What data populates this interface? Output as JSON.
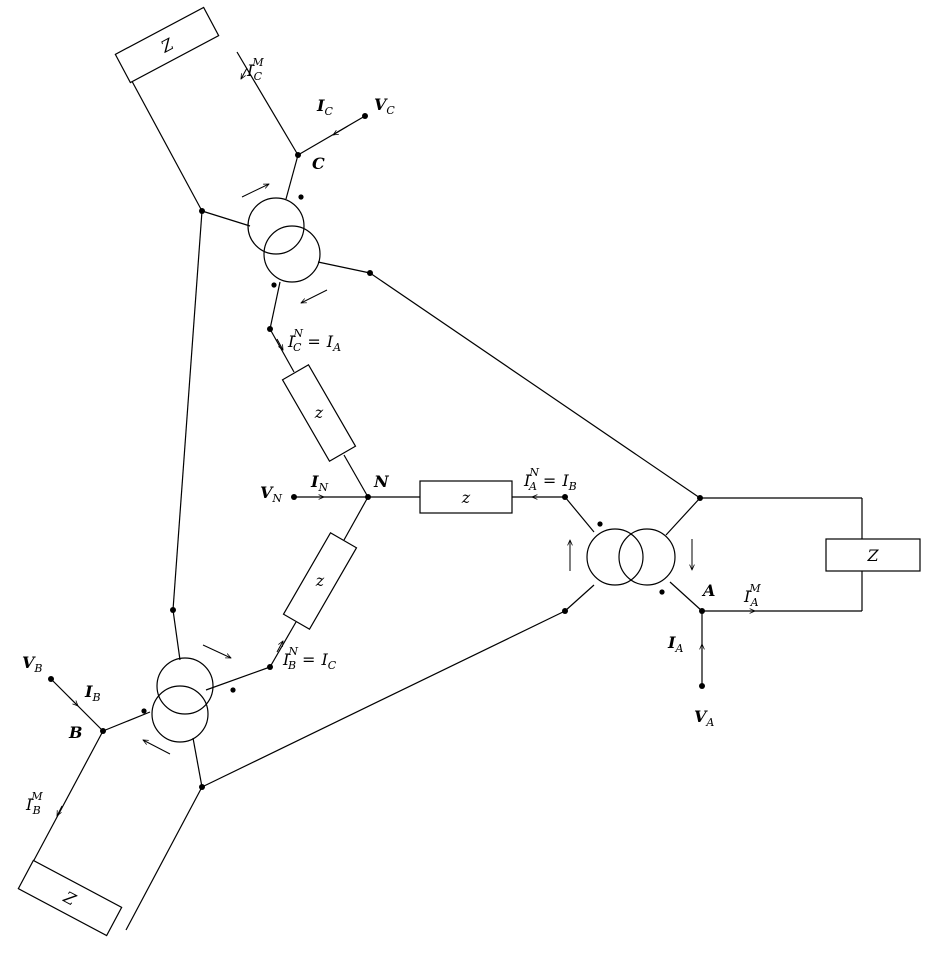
{
  "labels": {
    "node_A": "A",
    "node_B": "B",
    "node_C": "C",
    "node_N": "N",
    "impedance_Z": "Z",
    "impedance_z": "z",
    "V": "V",
    "I": "I",
    "sub_A": "A",
    "sub_B": "B",
    "sub_C": "C",
    "sub_N": "N",
    "sup_M": "M",
    "sup_N": "N",
    "equals": "="
  }
}
